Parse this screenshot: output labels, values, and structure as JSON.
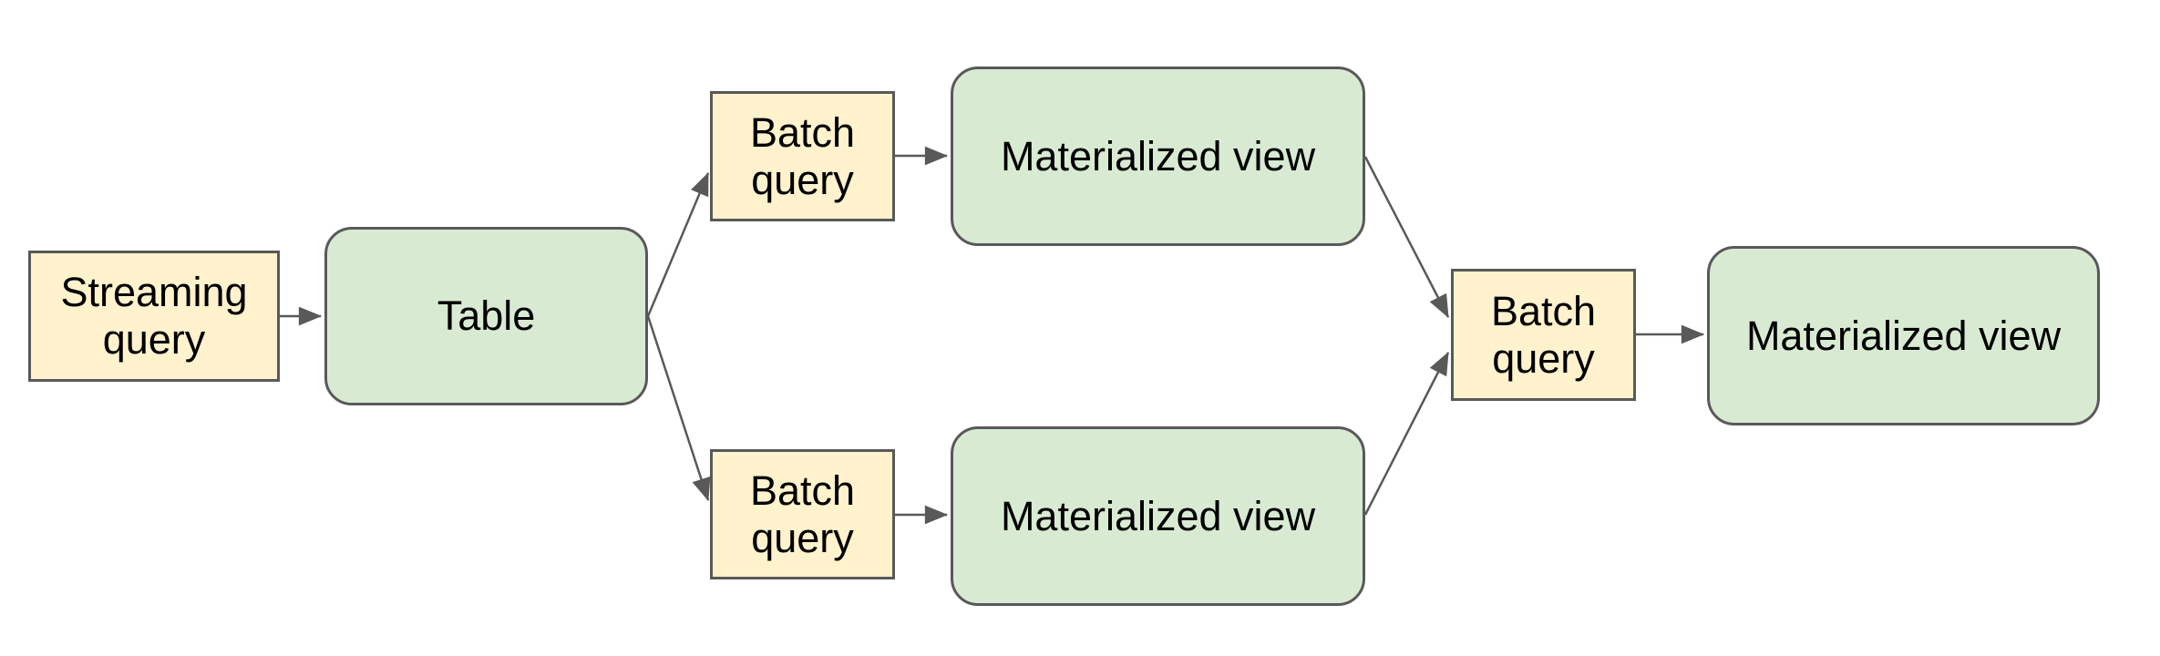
{
  "diagram": {
    "nodes": [
      {
        "id": "streaming-query",
        "label": "Streaming query",
        "shape": "rectangle",
        "fill": "#FFF2CC"
      },
      {
        "id": "table",
        "label": "Table",
        "shape": "rounded",
        "fill": "#D9EAD3"
      },
      {
        "id": "batch-query-top",
        "label": "Batch query",
        "shape": "rectangle",
        "fill": "#FFF2CC"
      },
      {
        "id": "materialized-view-top",
        "label": "Materialized view",
        "shape": "rounded",
        "fill": "#D9EAD3"
      },
      {
        "id": "batch-query-bottom",
        "label": "Batch query",
        "shape": "rectangle",
        "fill": "#FFF2CC"
      },
      {
        "id": "materialized-view-bottom",
        "label": "Materialized view",
        "shape": "rounded",
        "fill": "#D9EAD3"
      },
      {
        "id": "batch-query-center",
        "label": "Batch query",
        "shape": "rectangle",
        "fill": "#FFF2CC"
      },
      {
        "id": "materialized-view-final",
        "label": "Materialized view",
        "shape": "rounded",
        "fill": "#D9EAD3"
      }
    ],
    "edges": [
      {
        "from": "streaming-query",
        "to": "table"
      },
      {
        "from": "table",
        "to": "batch-query-top"
      },
      {
        "from": "table",
        "to": "batch-query-bottom"
      },
      {
        "from": "batch-query-top",
        "to": "materialized-view-top"
      },
      {
        "from": "batch-query-bottom",
        "to": "materialized-view-bottom"
      },
      {
        "from": "materialized-view-top",
        "to": "batch-query-center"
      },
      {
        "from": "materialized-view-bottom",
        "to": "batch-query-center"
      },
      {
        "from": "batch-query-center",
        "to": "materialized-view-final"
      }
    ],
    "colors": {
      "query_fill": "#FFF2CC",
      "store_fill": "#D9EAD3",
      "border": "#595959",
      "connector": "#595959",
      "text": "#000000",
      "background": "#FFFFFF"
    }
  }
}
